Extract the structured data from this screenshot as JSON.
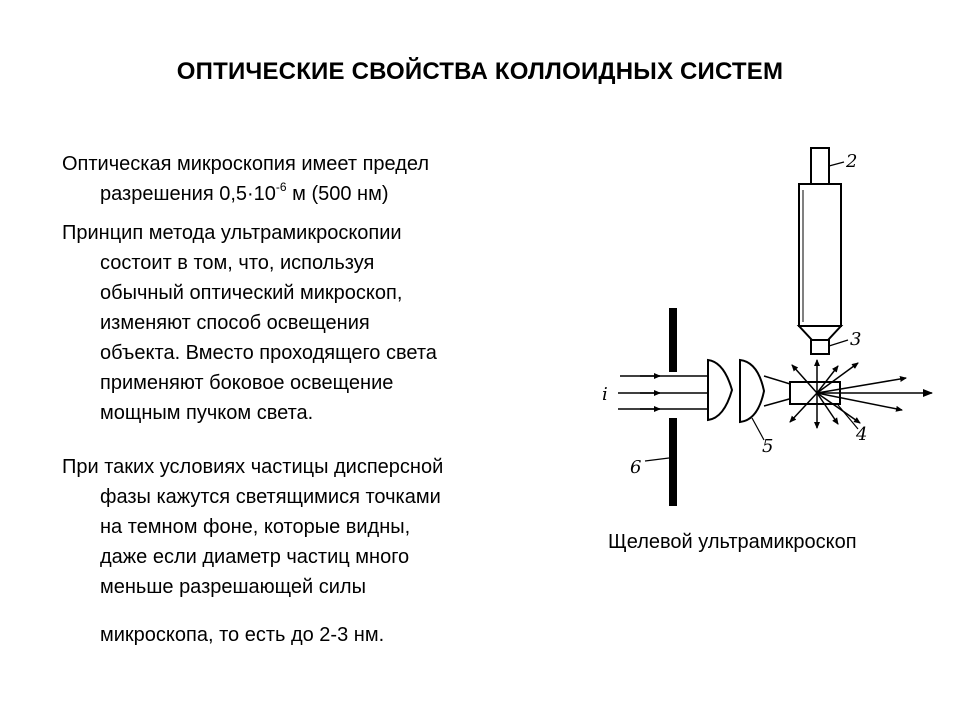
{
  "slide": {
    "title": "ОПТИЧЕСКИЕ СВОЙСТВА КОЛЛОИДНЫХ СИСТЕМ",
    "para1": {
      "line1": "Оптическая микроскопия имеет предел",
      "line2_pre": "разрешения 0,5·10",
      "line2_exp": "-6",
      "line2_post": " м (500 нм)"
    },
    "para2": [
      "Принцип метода ультрамикроскопии",
      "состоит в том, что, используя",
      "обычный оптический микроскоп,",
      "изменяют способ освещения",
      "объекта. Вместо проходящего света",
      "применяют боковое освещение",
      "мощным пучком света."
    ],
    "para3": [
      "При таких условиях частицы дисперсной",
      "фазы кажутся светящимися точками",
      "на темном фоне, которые видны,",
      "даже если диаметр частиц много",
      "меньше разрешающей силы"
    ],
    "para3_last": "микроскопа, то есть до 2-3 нм.",
    "caption": "Щелевой ультрамикроскоп"
  },
  "diagram": {
    "labels": {
      "tube": "2",
      "objective": "3",
      "cuvette": "4",
      "lens": "5",
      "slit": "6",
      "light": "i"
    }
  }
}
